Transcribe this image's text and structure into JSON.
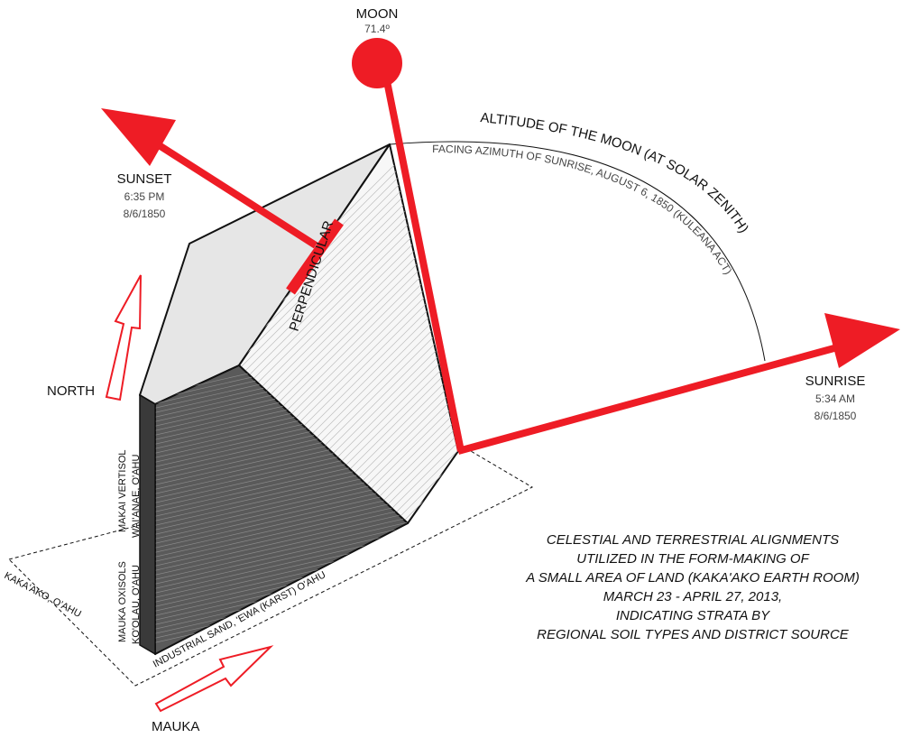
{
  "colors": {
    "accent": "#ee1c25",
    "stroke": "#111111",
    "top_face": "#e6e6e6",
    "dark_face": "#5a5a5a",
    "side_edge": "#3a3a3a"
  },
  "moon": {
    "label": "MOON",
    "altitude": "71.4º"
  },
  "sunset": {
    "label": "SUNSET",
    "time": "6:35 PM",
    "date": "8/6/1850"
  },
  "sunrise": {
    "label": "SUNRISE",
    "time": "5:34 AM",
    "date": "8/6/1850"
  },
  "arc": {
    "title": "ALTITUDE OF THE MOON (AT SOLAR ZENITH)",
    "subtitle": "FACING AZIMUTH OF SUNRISE, AUGUST 6, 1850 (KULEANA ACT)"
  },
  "perpendicular": "PERPENDICULAR",
  "north": "NORTH",
  "mauka": "MAUKA",
  "site": "KAKA'AKO, O'AHU",
  "strata": {
    "makai_1": "MAKAI VERTISOL",
    "makai_2": "WAI'ANAE, O'AHU",
    "mauka_1": "MAUKA OXISOLS",
    "mauka_2": "KO'OLAU, O'AHU",
    "industrial": "INDUSTRIAL SAND, 'EWA (KARST) O'AHU"
  },
  "caption": [
    "CELESTIAL AND TERRESTRIAL ALIGNMENTS",
    "UTILIZED IN THE FORM-MAKING OF",
    "A SMALL AREA OF LAND (KAKA'AKO EARTH ROOM)",
    "MARCH 23 - APRIL 27, 2013,",
    "INDICATING STRATA BY",
    "REGIONAL SOIL TYPES AND DISTRICT SOURCE"
  ]
}
